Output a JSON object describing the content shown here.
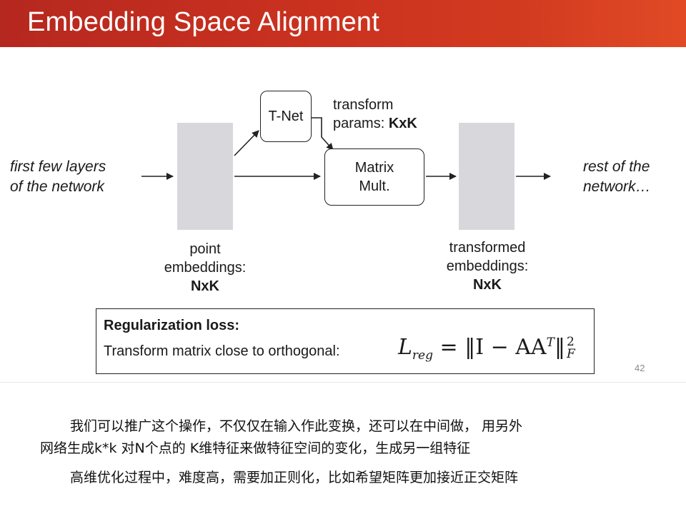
{
  "header": {
    "title": "Embedding Space Alignment"
  },
  "diagram": {
    "input_label": {
      "line1": "first few layers",
      "line2": "of the network"
    },
    "output_label": {
      "line1": "rest of the",
      "line2": "network…"
    },
    "tnet_label": "T-Net",
    "transform_params": {
      "line1": "transform",
      "line2_prefix": "params: ",
      "line2_bold": "KxK"
    },
    "matrix_mult": {
      "line1": "Matrix",
      "line2": "Mult."
    },
    "point_embeddings": {
      "line1": "point",
      "line2": "embeddings:",
      "line3": "NxK"
    },
    "transformed_embeddings": {
      "line1": "transformed",
      "line2": "embeddings:",
      "line3": "NxK"
    }
  },
  "regularization": {
    "title": "Regularization loss:",
    "text": "Transform matrix close to orthogonal:",
    "formula": {
      "lhs": "L",
      "lhs_sub": "reg",
      "body": " = ‖I − AA",
      "sup_T": "T",
      "close": "‖",
      "sup_2": "2",
      "sub_F": "F"
    }
  },
  "page_number": "42",
  "notes": {
    "line1": "我们可以推广这个操作，不仅仅在输入作此变换，还可以在中间做， 用另外",
    "line2": "网络生成k*k 对N个点的 K维特征来做特征空间的变化，生成另一组特征",
    "line3": "高维优化过程中，难度高，需要加正则化，比如希望矩阵更加接近正交矩阵"
  }
}
